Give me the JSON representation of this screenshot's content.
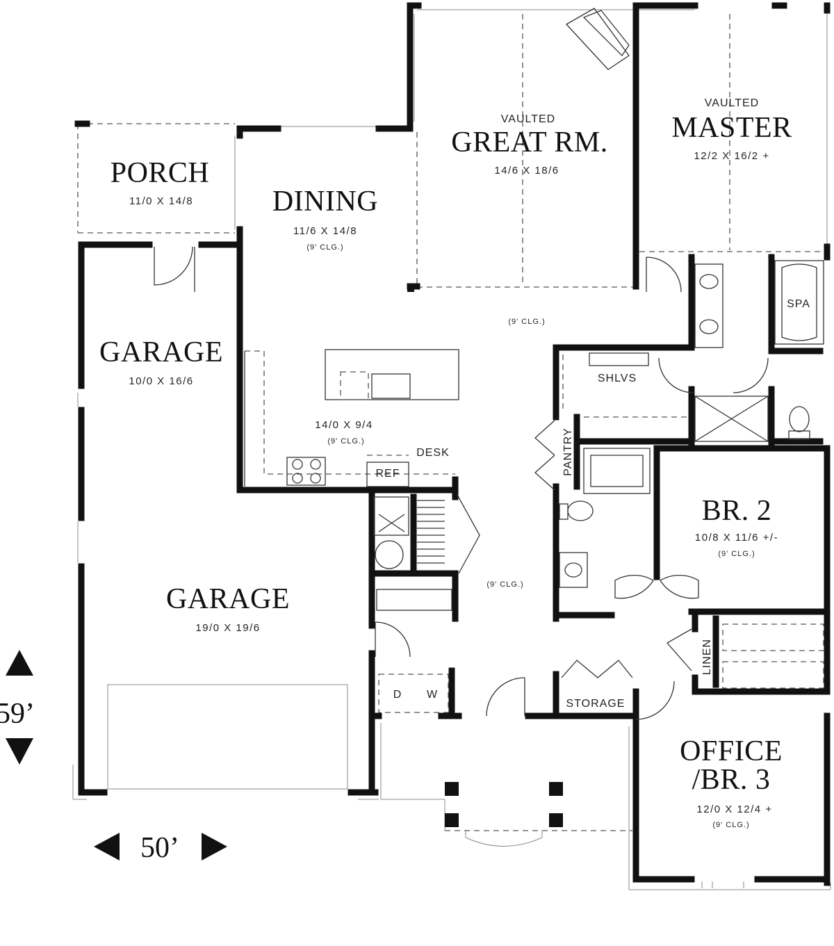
{
  "rooms": {
    "porch": {
      "name": "PORCH",
      "dims": "11/0  X  14/8"
    },
    "dining": {
      "name": "DINING",
      "dims": "11/6  X  14/8",
      "ceiling": "(9' CLG.)"
    },
    "great_room": {
      "vaulted": "VAULTED",
      "name": "GREAT RM.",
      "dims": "14/6  X  18/6"
    },
    "master": {
      "vaulted": "VAULTED",
      "name": "MASTER",
      "dims": "12/2  X  16/2  +"
    },
    "garage_small": {
      "name": "GARAGE",
      "dims": "10/0  X  16/6"
    },
    "garage_large": {
      "name": "GARAGE",
      "dims": "19/0  X  19/6"
    },
    "kitchen": {
      "dims": "14/0  X  9/4",
      "ceiling": "(9' CLG.)"
    },
    "br2": {
      "name": "BR. 2",
      "dims": "10/8  X  11/6  +/-",
      "ceiling": "(9' CLG.)"
    },
    "office": {
      "name_line1": "OFFICE",
      "name_line2": "/BR. 3",
      "dims": "12/0  X  12/4  +",
      "ceiling": "(9' CLG.)"
    }
  },
  "ceiling_notes": {
    "living": "(9' CLG.)",
    "hall": "(9' CLG.)"
  },
  "fixtures": {
    "spa": "SPA",
    "shelves": "SHLVS",
    "pantry": "PANTRY",
    "desk": "DESK",
    "ref": "REF",
    "linen": "LINEN",
    "storage": "STORAGE",
    "dryer": "D",
    "washer": "W"
  },
  "overall": {
    "width": "50’",
    "depth": "59’"
  }
}
